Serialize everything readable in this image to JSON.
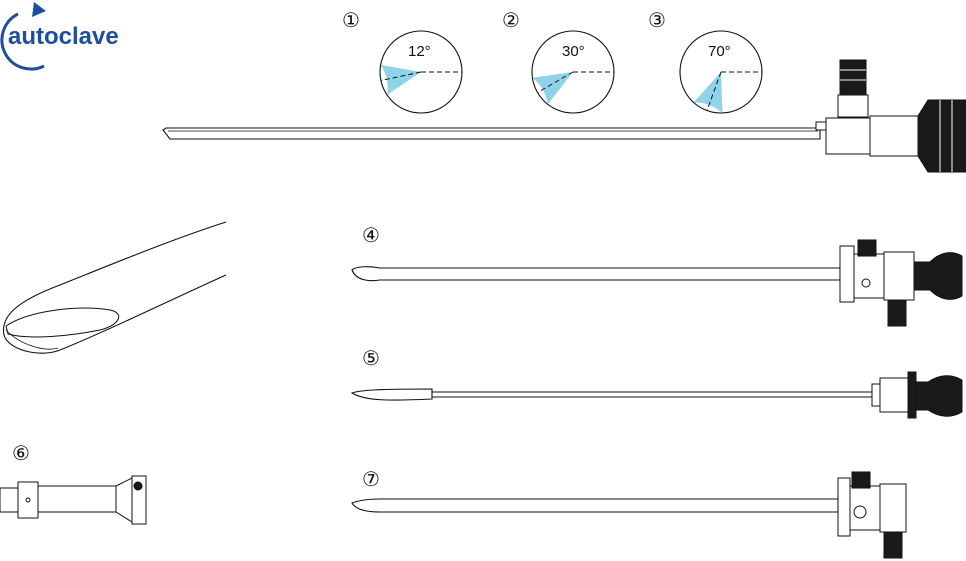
{
  "logo": {
    "text": "autoclave",
    "color": "#1e4f9e"
  },
  "view_angles": [
    {
      "number": "①",
      "angle": "12°",
      "degrees": 12
    },
    {
      "number": "②",
      "angle": "30°",
      "degrees": 30
    },
    {
      "number": "③",
      "angle": "70°",
      "degrees": 70
    }
  ],
  "items": [
    {
      "number": "④"
    },
    {
      "number": "⑤"
    },
    {
      "number": "⑥"
    },
    {
      "number": "⑦"
    }
  ],
  "colors": {
    "fov_wedge": "#8fd3ea",
    "outline": "#111111",
    "logo": "#1e4f9e"
  }
}
